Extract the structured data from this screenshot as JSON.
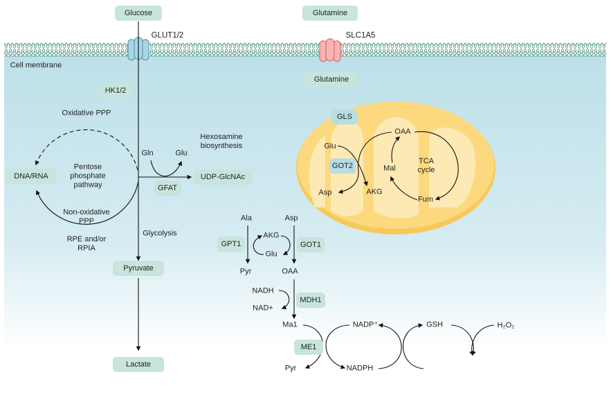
{
  "extracellular": {
    "glucose": "Glucose",
    "glutamine": "Glutamine"
  },
  "membrane": {
    "label": "Cell membrane",
    "glucose_transporter": "GLUT1/2",
    "glutamine_transporter": "SLC1A5"
  },
  "glycolysis": {
    "hk": "HK1/2",
    "process": "Glycolysis",
    "pyruvate": "Pyruvate",
    "lactate": "Lactate"
  },
  "ppp": {
    "oxidative": "Oxidative PPP",
    "center": "Pentose\nphosphate\npathway",
    "non_oxidative": "Non-oxidative\nPPP",
    "enzymes": "RPE and/or\nRPIA",
    "product": "DNA/RNA"
  },
  "hexosamine": {
    "title": "Hexosamine\nbiosynthesis",
    "substrate": "Gln",
    "byproduct": "Glu",
    "enzyme": "GFAT",
    "product": "UDP-GlcNAc"
  },
  "glutamine_in": "Glutamine",
  "mitochondrion": {
    "gls": "GLS",
    "glu": "Glu",
    "got2": "GOT2",
    "asp": "Asp",
    "akg": "AKG",
    "oaa": "OAA",
    "mal": "Mal",
    "tca": "TCA\ncycle",
    "fum": "Fum"
  },
  "transamination": {
    "ala": "Ala",
    "asp": "Asp",
    "akg": "AKG",
    "glu": "Glu",
    "gpt1": "GPT1",
    "got1": "GOT1",
    "pyr": "Pyr",
    "oaa": "OAA",
    "nadh": "NADH",
    "nad": "NAD+",
    "mdh1": "MDH1"
  },
  "redox": {
    "mal": "Ma1",
    "me1": "ME1",
    "pyr": "Pyr",
    "nadph": "NADPH",
    "nadp": "NADP⁺",
    "gsh": "GSH",
    "h2o2": "H₂O₂"
  },
  "colors": {
    "enzyme_box": "#c7e4dd",
    "mito_box": "#b8dde2",
    "membrane": "#3c8a78",
    "cytosol": "#bfe1ea",
    "mitochondrion": "#fcd97f",
    "glut": "#a9d6e4",
    "slc": "#f5b5b3"
  }
}
